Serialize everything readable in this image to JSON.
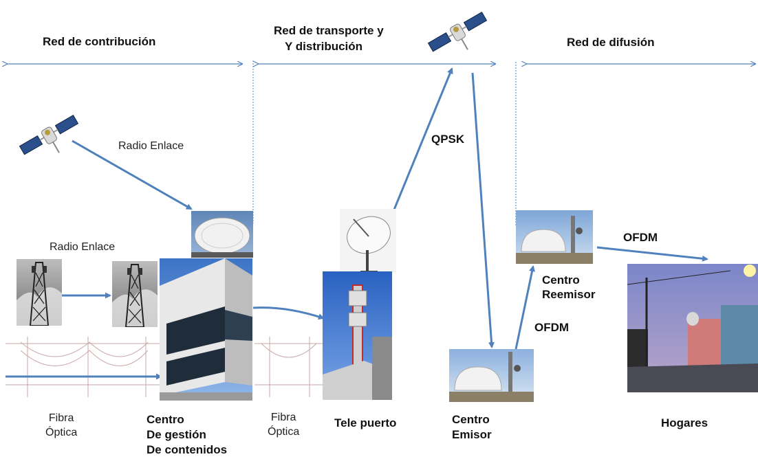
{
  "sections": {
    "contribucion": "Red de contribución",
    "transporte_line1": "Red de transporte y",
    "transporte_line2": "Y distribución",
    "difusion": "Red de difusión"
  },
  "labels": {
    "radio_enlace_top": "Radio Enlace",
    "radio_enlace_left": "Radio Enlace",
    "qpsk": "QPSK",
    "ofdm_upper": "OFDM",
    "ofdm_lower": "OFDM",
    "centro_reemisor": "Centro\nReemisor",
    "fibra_optica_left": "Fibra\nÓptica",
    "fibra_optica_mid": "Fibra\nÓptica",
    "centro_gestion": "Centro\nDe gestión\nDe contenidos",
    "tele_puerto": "Tele puerto",
    "centro_emisor": "Centro\nEmisor",
    "hogares": "Hogares"
  },
  "colors": {
    "arrow": "#4f81bd",
    "divider": "#4f81bd"
  },
  "icons": [
    "satellite-icon",
    "dish-icon",
    "tower-icon",
    "building-icon",
    "broadcast-station-icon",
    "street-icon",
    "power-line-icon"
  ]
}
